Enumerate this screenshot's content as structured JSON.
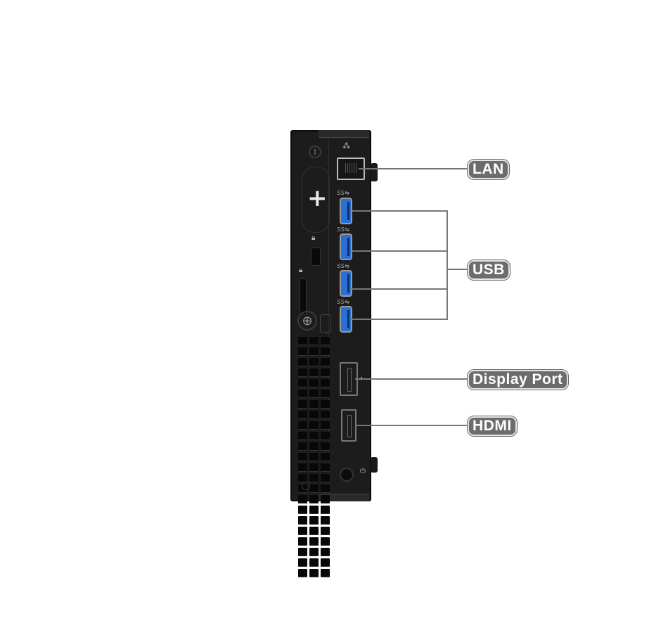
{
  "diagram": {
    "subject": "Mini PC rear I/O panel",
    "labels": {
      "lan": "LAN",
      "usb": "USB",
      "display_port": "Display Port",
      "hdmi": "HDMI"
    },
    "port_markings": {
      "usb_superspeed": "SS⇆",
      "usb_count": 4
    },
    "colors": {
      "label_bg": "#6c6c6c",
      "label_text": "#ffffff",
      "leader_line": "#777777",
      "usb_port": "#2a6fd6",
      "chassis": "#1c1c1c"
    }
  }
}
